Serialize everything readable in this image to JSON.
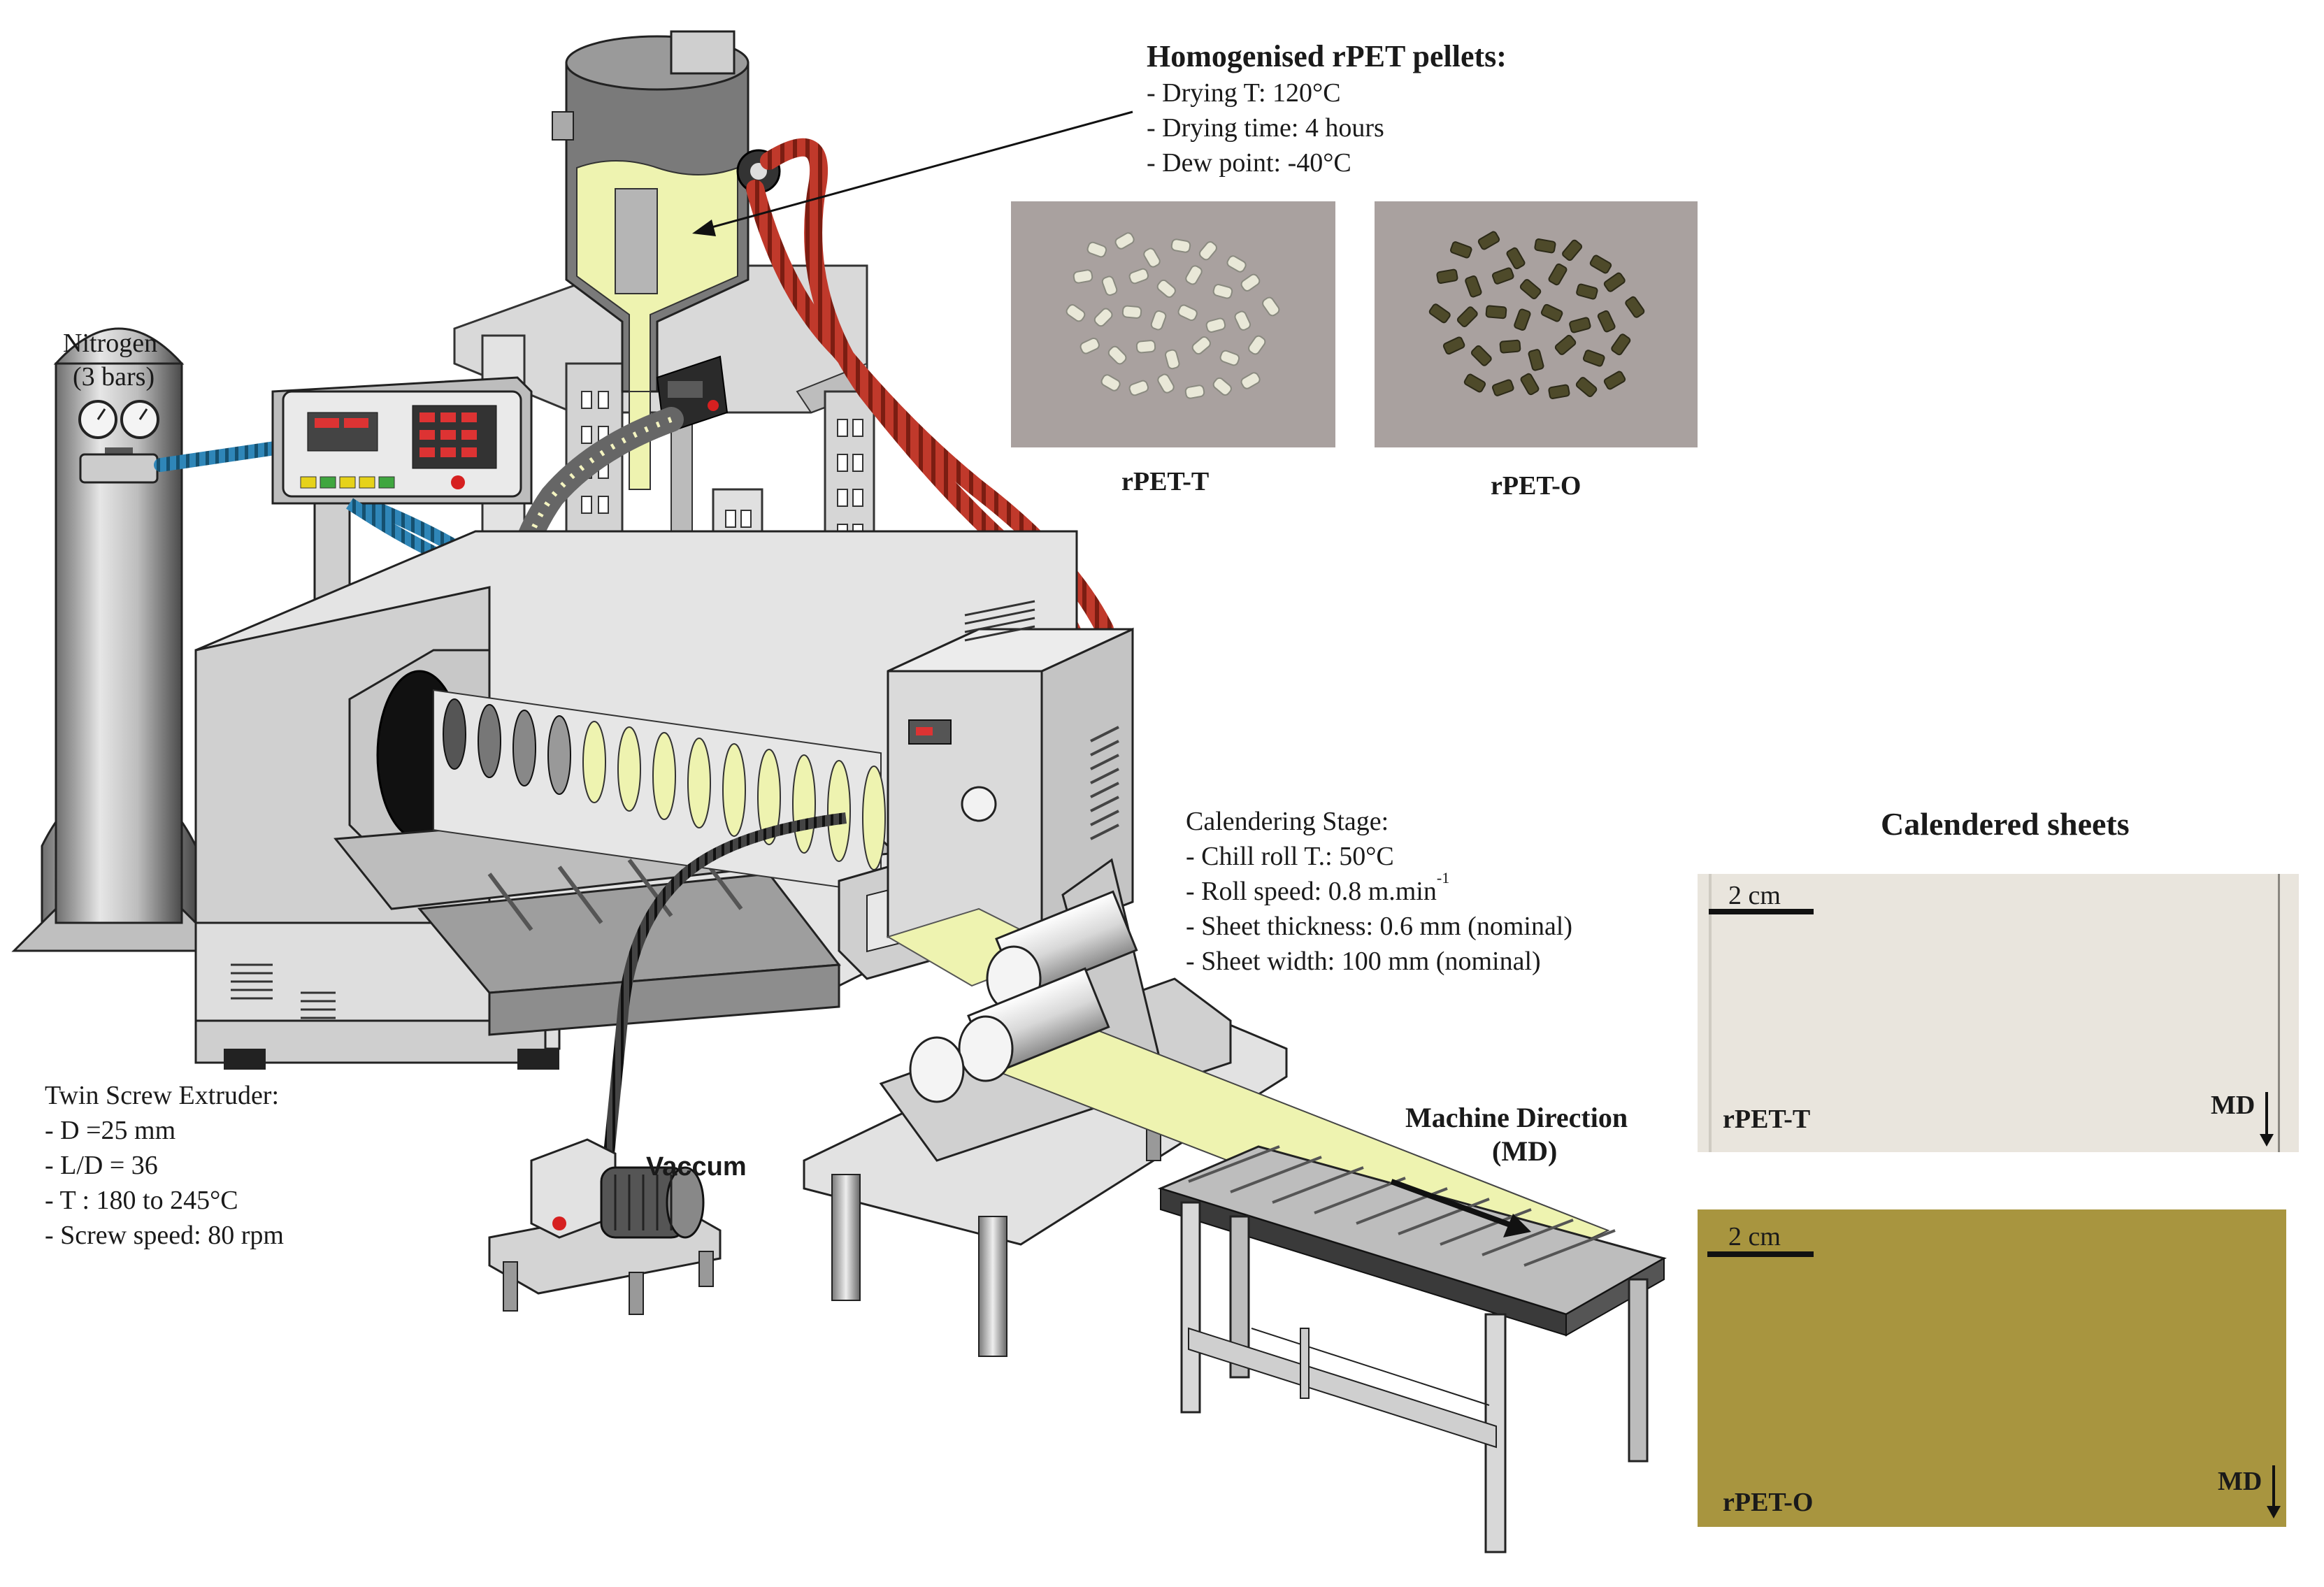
{
  "pellets": {
    "heading": "Homogenised rPET pellets:",
    "specs": [
      "- Drying T: 120°C",
      "- Drying time: 4 hours",
      "- Dew point: -40°C"
    ],
    "photo_left_label": "rPET-T",
    "photo_right_label": "rPET-O"
  },
  "nitrogen": {
    "line1": "Nitrogen",
    "line2": "(3 bars)"
  },
  "calendering": {
    "heading": "Calendering Stage:",
    "chill_roll": "- Chill roll T.: 50°C",
    "roll_speed": "- Roll speed: 0.8 m.min",
    "roll_speed_sup": "-1",
    "thickness": "- Sheet thickness: 0.6 mm (nominal)",
    "width": "- Sheet width: 100 mm (nominal)"
  },
  "extruder": {
    "heading": "Twin Screw Extruder:",
    "specs": [
      "- D =25 mm",
      "- L/D = 36",
      "- T : 180 to 245°C",
      "- Screw speed: 80 rpm"
    ]
  },
  "vacuum_label": "Vaccum",
  "machine_direction": {
    "line1": "Machine Direction",
    "line2": "(MD)"
  },
  "sheets": {
    "heading": "Calendered sheets",
    "top": {
      "scale": "2 cm",
      "name": "rPET-T",
      "md": "MD",
      "color": "#e9e5dd"
    },
    "bottom": {
      "scale": "2 cm",
      "name": "rPET-O",
      "md": "MD",
      "color": "#a8953f"
    }
  },
  "colors": {
    "melt": "#eef3b0",
    "heater_hose": "#c0392b",
    "nitrogen_hose": "#2f86b8",
    "machine_grey": "#dcdcdc",
    "machine_dark": "#3a3a3a"
  }
}
